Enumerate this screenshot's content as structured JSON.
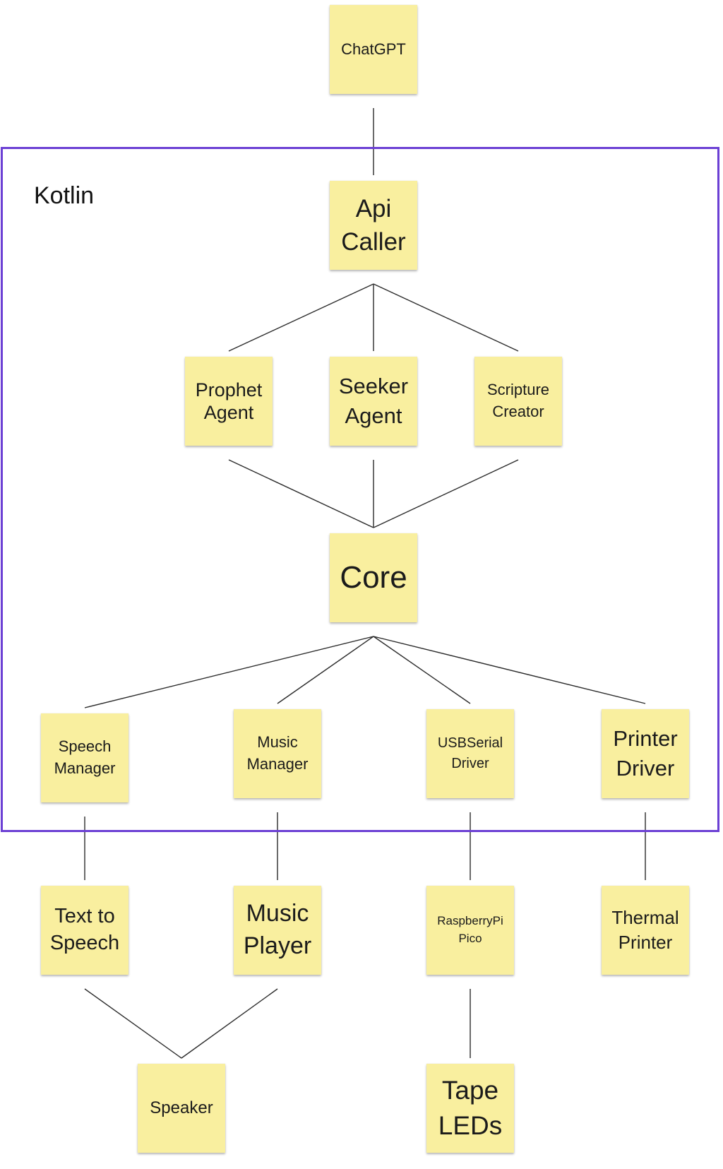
{
  "frame": {
    "label": "Kotlin",
    "color": "#6b3fd4"
  },
  "note_color": "#f9ef9f",
  "nodes": {
    "chatgpt": "ChatGPT",
    "apicaller": "Api\nCaller",
    "prophet": "Prophet\nAgent",
    "seeker": "Seeker\nAgent",
    "scripture": "Scripture\nCreator",
    "core": "Core",
    "speechmgr": "Speech\nManager",
    "musicmgr": "Music\nManager",
    "usbserial": "USBSerial\nDriver",
    "printerdrv": "Printer\nDriver",
    "tts": "Text to\nSpeech",
    "musicplayer": "Music\nPlayer",
    "raspberry": "RaspberryPi\nPico",
    "thermal": "Thermal\nPrinter",
    "speaker": "Speaker",
    "tapeleds": "Tape\nLEDs"
  },
  "connections": [
    [
      "chatgpt",
      "apicaller"
    ],
    [
      "apicaller",
      "prophet"
    ],
    [
      "apicaller",
      "seeker"
    ],
    [
      "apicaller",
      "scripture"
    ],
    [
      "prophet",
      "core"
    ],
    [
      "seeker",
      "core"
    ],
    [
      "scripture",
      "core"
    ],
    [
      "core",
      "speechmgr"
    ],
    [
      "core",
      "musicmgr"
    ],
    [
      "core",
      "usbserial"
    ],
    [
      "core",
      "printerdrv"
    ],
    [
      "speechmgr",
      "tts"
    ],
    [
      "musicmgr",
      "musicplayer"
    ],
    [
      "usbserial",
      "raspberry"
    ],
    [
      "printerdrv",
      "thermal"
    ],
    [
      "tts",
      "speaker"
    ],
    [
      "musicplayer",
      "speaker"
    ],
    [
      "raspberry",
      "tapeleds"
    ]
  ]
}
